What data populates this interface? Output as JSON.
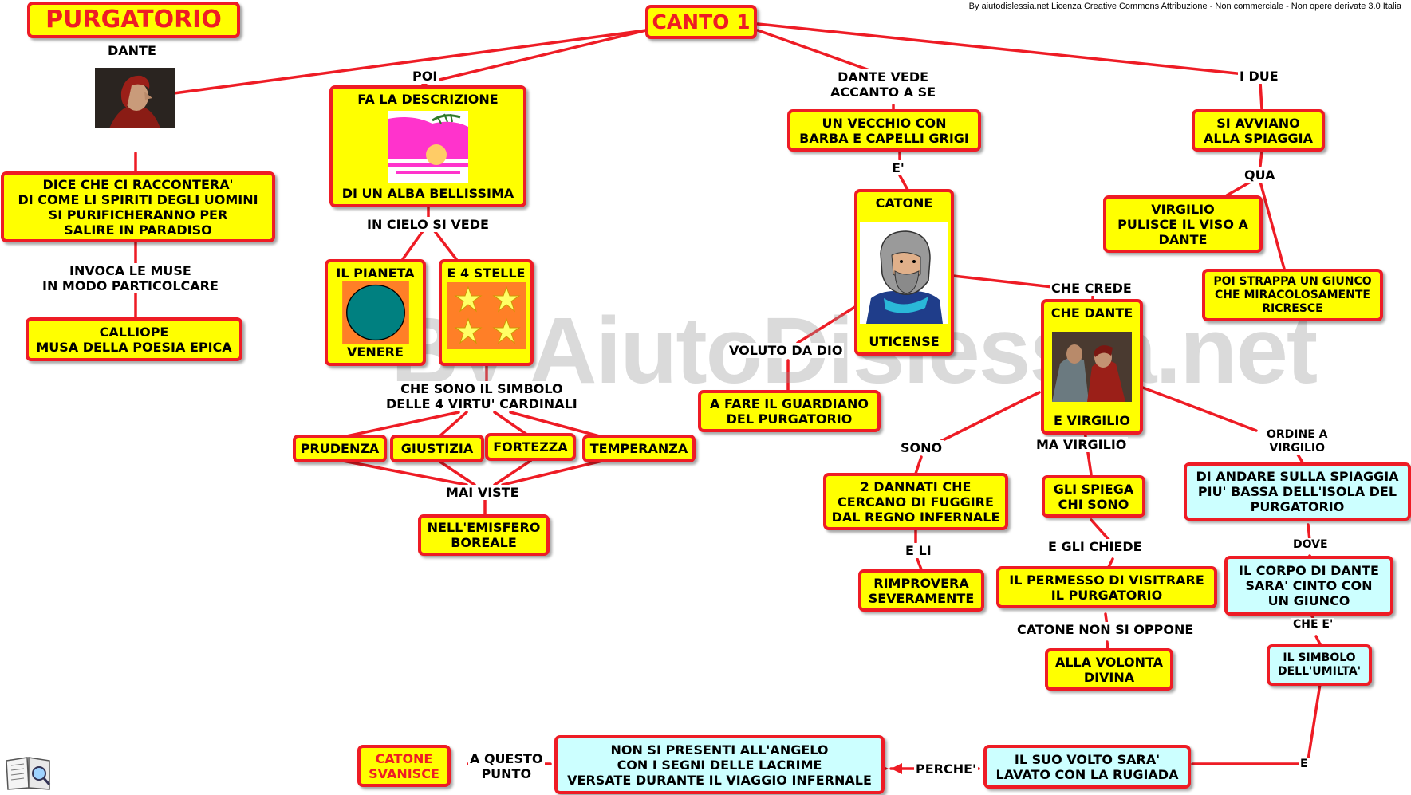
{
  "credit": "By aiutodislessia.net Licenza Creative Commons Attribuzione - Non commerciale - Non opere derivate 3.0 Italia",
  "watermark": "By AiutoDislessia.net",
  "colors": {
    "box": "#ffff00",
    "box_alt": "#ccffff",
    "border": "#ee1c25",
    "link": "#ee1c25"
  },
  "nodes": {
    "purgatorio": "PURGATORIO",
    "canto": "CANTO 1",
    "dice": "DICE CHE CI RACCONTERA'\nDI COME LI SPIRITI DEGLI UOMINI\nSI PURIFICHERANNO PER\nSALIRE IN PARADISO",
    "calliope": "CALLIOPE\nMUSA DELLA POESIA EPICA",
    "alba_top": "FA LA DESCRIZIONE",
    "alba_bottom": "DI UN ALBA BELLISSIMA",
    "pianeta_top": "IL PIANETA",
    "pianeta_bottom": "VENERE",
    "stelle_top": "E 4 STELLE",
    "prudenza": "PRUDENZA",
    "giustizia": "GIUSTIZIA",
    "fortezza": "FORTEZZA",
    "temperanza": "TEMPERANZA",
    "emisfero": "NELL'EMISFERO\nBOREALE",
    "vecchio": "UN VECCHIO CON\nBARBA E CAPELLI GRIGI",
    "catone_top": "CATONE",
    "catone_bottom": "UTICENSE",
    "guardiano": "A FARE IL GUARDIANO\nDEL PURGATORIO",
    "dante_top": "CHE  DANTE",
    "dante_bottom": "E VIRGILIO",
    "dannati": "2 DANNATI CHE\nCERCANO DI FUGGIRE\nDAL REGNO INFERNALE",
    "rimprovera": "RIMPROVERA\nSEVERAMENTE",
    "spiega": "GLI SPIEGA\nCHI SONO",
    "permesso": "IL PERMESSO DI VISITRARE\nIL PURGATORIO",
    "volonta": "ALLA VOLONTA\nDIVINA",
    "avviano": "SI AVVIANO\nALLA SPIAGGIA",
    "pulisce": "VIRGILIO\nPULISCE IL VISO A\nDANTE",
    "giunco": "POI STRAPPA UN GIUNCO\nCHE MIRACOLOSAMENTE\nRICRESCE",
    "spiaggia": "DI ANDARE SULLA SPIAGGIA\nPIU' BASSA DELL'ISOLA DEL\nPURGATORIO",
    "corpo": "IL CORPO DI DANTE\nSARA' CINTO CON\nUN GIUNCO",
    "umilta": "IL SIMBOLO\nDELL'UMILTA'",
    "volto": "IL SUO VOLTO SARA'\nLAVATO CON LA RUGIADA",
    "angelo": "NON SI PRESENTI ALL'ANGELO\nCON I SEGNI DELLE LACRIME\nVERSATE DURANTE IL VIAGGIO INFERNALE",
    "svanisce": "CATONE\nSVANISCE"
  },
  "labels": {
    "dante": "DANTE",
    "poi": "POI",
    "dante_vede": "DANTE VEDE\nACCANTO A SE",
    "i_due": "I DUE",
    "invoca": "INVOCA LE MUSE\nIN MODO PARTICOLCARE",
    "in_cielo": "IN CIELO SI VEDE",
    "simbolo": "CHE SONO IL SIMBOLO\nDELLE 4 VIRTU' CARDINALI",
    "mai_viste": "MAI VISTE",
    "e_apos": "E'",
    "voluto": "VOLUTO DA DIO",
    "che_crede": "CHE CREDE",
    "sono": "SONO",
    "ma_virgilio": "MA VIRGILIO",
    "ordine": "ORDINE A\nVIRGILIO",
    "e_li": "E LI",
    "e_gli_chiede": "E GLI CHIEDE",
    "catone_non": "CATONE NON SI OPPONE",
    "qua": "QUA",
    "dove": "DOVE",
    "che_e": "CHE E'",
    "e": "E",
    "perche": "PERCHE'",
    "a_questo": "A QUESTO\nPUNTO"
  }
}
